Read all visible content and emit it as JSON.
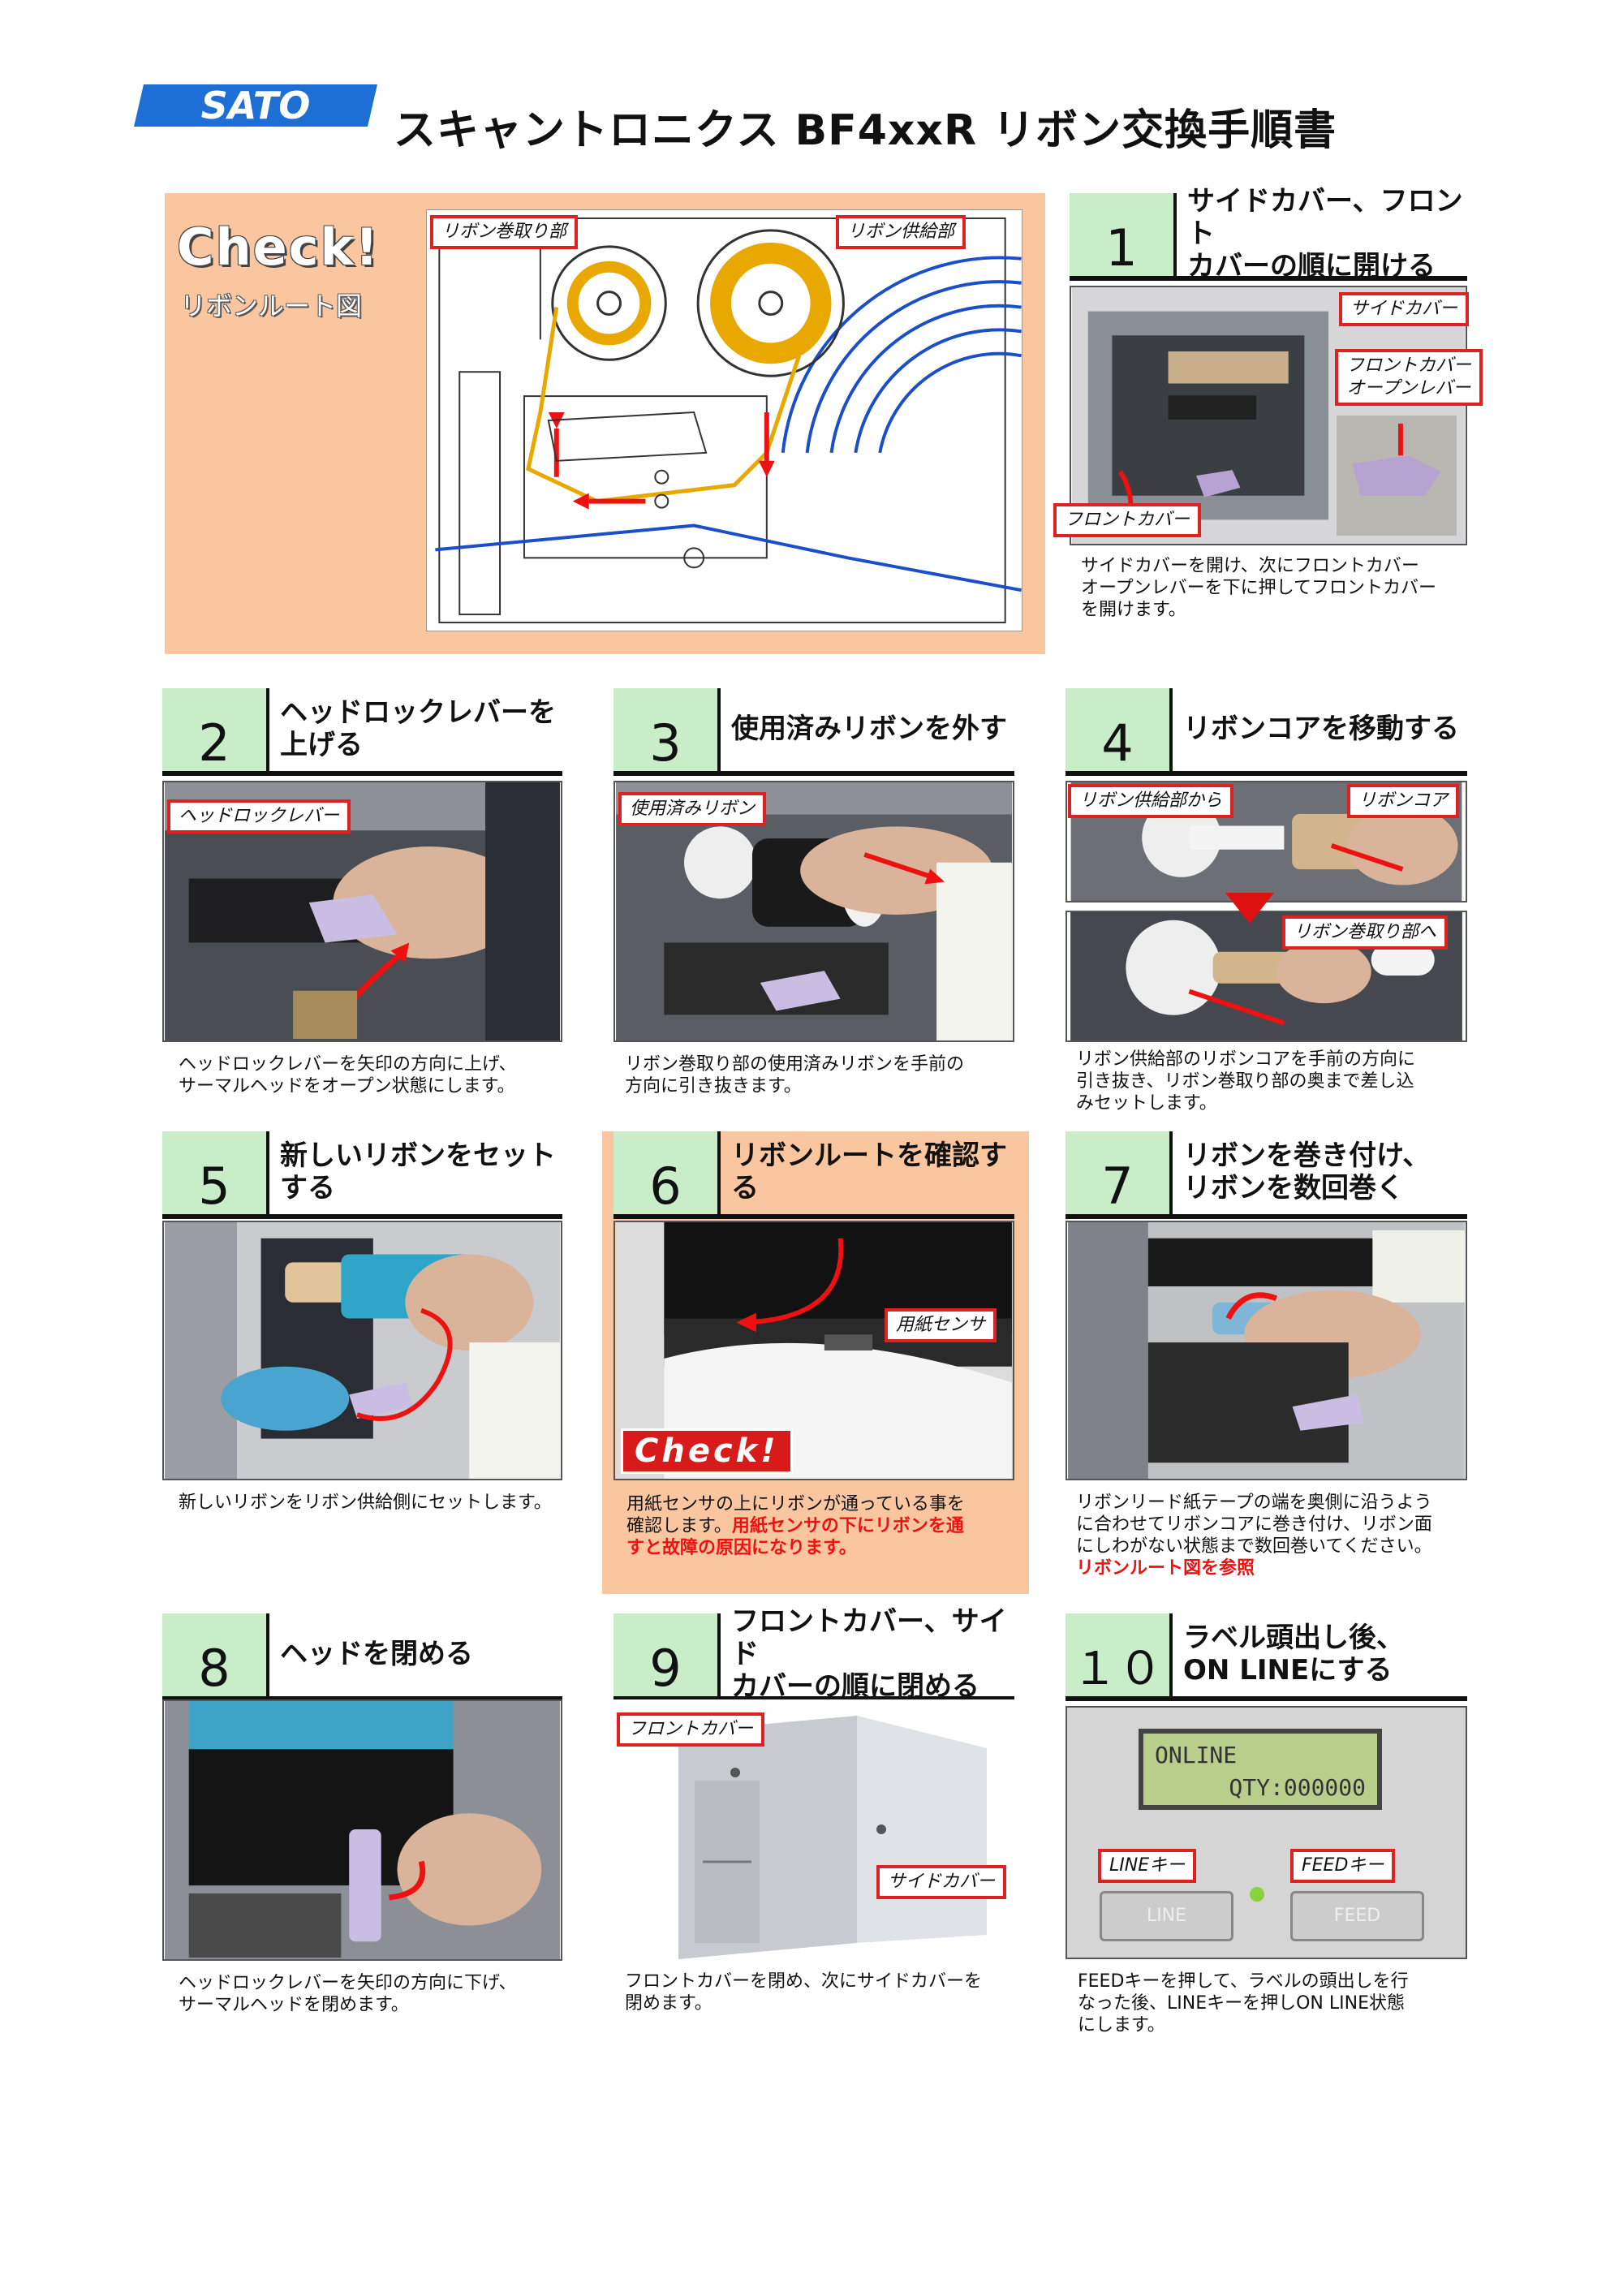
{
  "header": {
    "logo_text": "SATO",
    "title": "スキャントロニクス BF4xxR  リボン交換手順書"
  },
  "route": {
    "check": "Check!",
    "subtitle": "リボンルート図",
    "labels": [
      "リボン巻取り部",
      "リボン供給部"
    ]
  },
  "steps": [
    {
      "num": "1",
      "title": "サイドカバー、フロント\nカバーの順に開ける",
      "desc": "サイドカバーを開け、次にフロントカバー\nオープンレバーを下に押してフロントカバー\nを開けます。",
      "callouts": [
        "サイドカバー",
        "フロントカバー\nオープンレバー",
        "フロントカバー"
      ]
    },
    {
      "num": "2",
      "title": "ヘッドロックレバーを\n上げる",
      "desc": "ヘッドロックレバーを矢印の方向に上げ、\nサーマルヘッドをオープン状態にします。",
      "callouts": [
        "ヘッドロックレバー"
      ]
    },
    {
      "num": "3",
      "title": "使用済みリボンを外す",
      "desc": "リボン巻取り部の使用済みリボンを手前の\n方向に引き抜きます。",
      "callouts": [
        "使用済みリボン"
      ]
    },
    {
      "num": "4",
      "title": "リボンコアを移動する",
      "desc": "リボン供給部のリボンコアを手前の方向に\n引き抜き、リボン巻取り部の奥まで差し込\nみセットします。",
      "callouts": [
        "リボン供給部から",
        "リボンコア",
        "リボン巻取り部へ"
      ]
    },
    {
      "num": "5",
      "title": "新しいリボンをセットする",
      "desc": "新しいリボンをリボン供給側にセットします。",
      "callouts": []
    },
    {
      "num": "6",
      "title": "リボンルートを確認する",
      "desc": "用紙センサの上にリボンが通っている事を\n確認します。",
      "warn": "用紙センサの下にリボンを通\nすと故障の原因になります。",
      "callouts": [
        "用紙センサ"
      ],
      "check": "Check!"
    },
    {
      "num": "7",
      "title": "リボンを巻き付け、\nリボンを数回巻く",
      "desc": "リボンリード紙テープの端を奥側に沿うよう\nに合わせてリボンコアに巻き付け、リボン面\nにしわがない状態まで数回巻いてください。",
      "warn": "リボンルート図を参照",
      "callouts": []
    },
    {
      "num": "8",
      "title": "ヘッドを閉める",
      "desc": "ヘッドロックレバーを矢印の方向に下げ、\nサーマルヘッドを閉めます。",
      "callouts": []
    },
    {
      "num": "9",
      "title": "フロントカバー、サイド\nカバーの順に閉める",
      "desc": "フロントカバーを閉め、次にサイドカバーを\n閉めます。",
      "callouts": [
        "フロントカバー",
        "サイドカバー"
      ]
    },
    {
      "num": "１０",
      "title": "ラベル頭出し後、\nON LINEにする",
      "desc": "FEEDキーを押して、ラベルの頭出しを行\nなった後、LINEキーを押しON LINE状態\nにします。",
      "callouts": [
        "LINEキー",
        "FEEDキー"
      ],
      "lcd": [
        "ONLINE",
        "QTY:000000"
      ],
      "keys": [
        "LINE",
        "FEED"
      ]
    }
  ]
}
